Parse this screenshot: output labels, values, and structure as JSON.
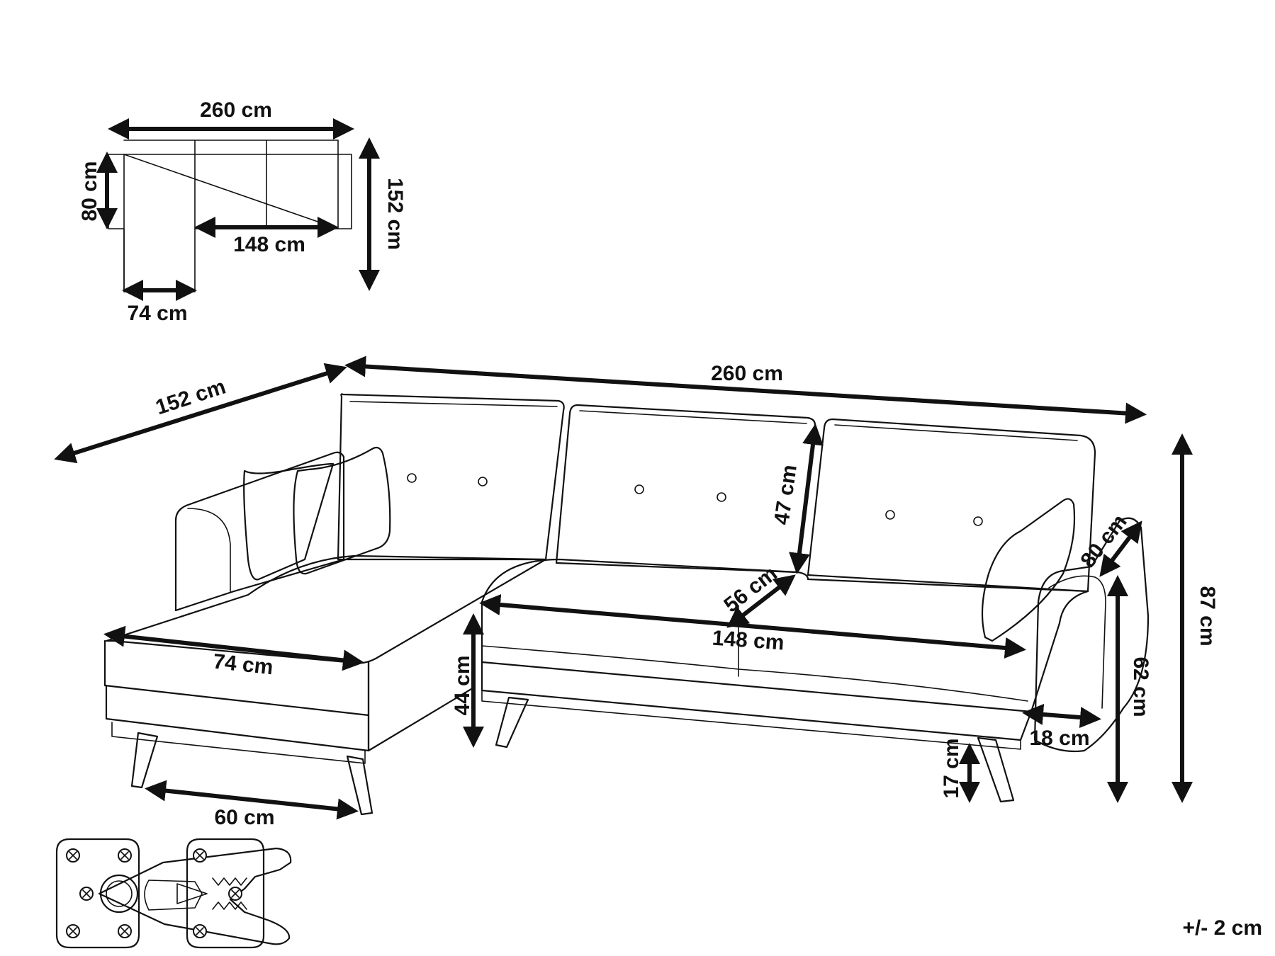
{
  "colors": {
    "ink": "#111111",
    "paper": "#ffffff"
  },
  "plan": {
    "width": "260 cm",
    "depth": "152 cm",
    "seat_depth": "80 cm",
    "seat_width": "148 cm",
    "chaise_width": "74 cm"
  },
  "sofa": {
    "depth": "152 cm",
    "width": "260 cm",
    "back_height": "47 cm",
    "seat_depth": "56 cm",
    "seat_width": "148 cm",
    "chaise_width": "74 cm",
    "seat_height": "44 cm",
    "leg_span": "60 cm",
    "leg_height": "17 cm",
    "arm_width": "18 cm",
    "arm_depth": "80 cm",
    "arm_height": "62 cm",
    "total_height": "87 cm"
  },
  "tolerance": "+/- 2 cm"
}
